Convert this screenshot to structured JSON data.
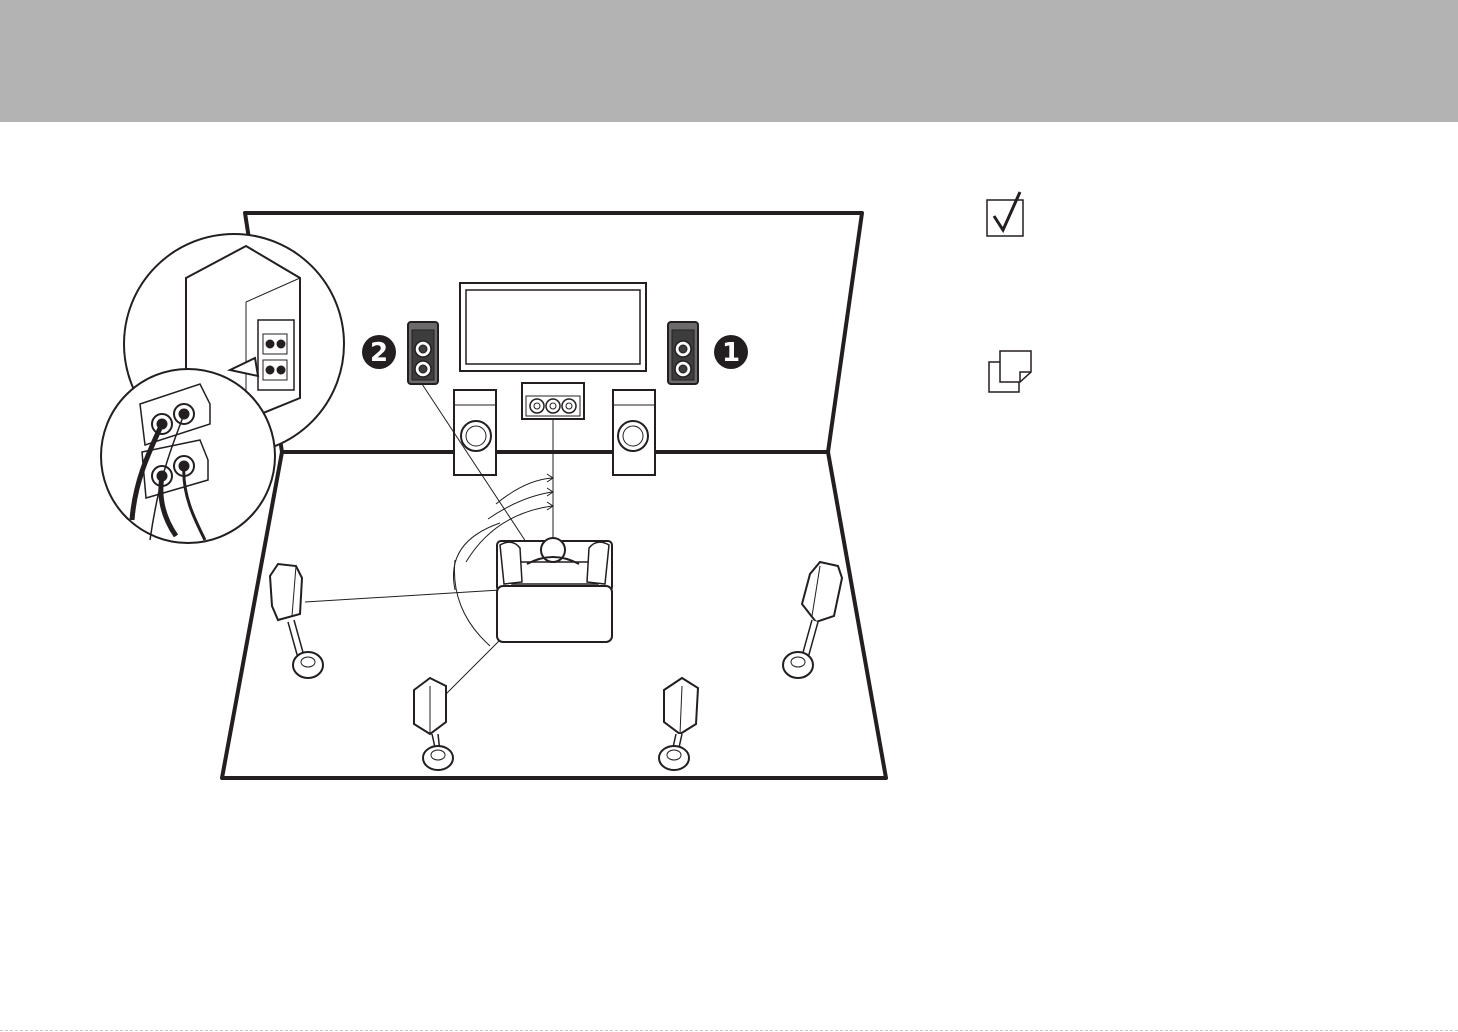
{
  "header": {
    "title": ""
  },
  "diagram": {
    "markers": [
      {
        "id": "front-right",
        "label": "1"
      },
      {
        "id": "front-left",
        "label": "2"
      }
    ],
    "speakers": [
      "front-left-speaker",
      "front-right-speaker",
      "center-speaker",
      "left-subwoofer",
      "right-subwoofer",
      "surround-left-speaker",
      "surround-right-speaker",
      "surround-back-left-speaker",
      "surround-back-right-speaker"
    ],
    "colors": {
      "band": "#b3b3b3",
      "line": "#231f20",
      "speaker_face": "#3d3d3d",
      "badge": "#231f20"
    }
  },
  "side_icons": [
    {
      "name": "checkbox-icon"
    },
    {
      "name": "note-icon"
    }
  ]
}
